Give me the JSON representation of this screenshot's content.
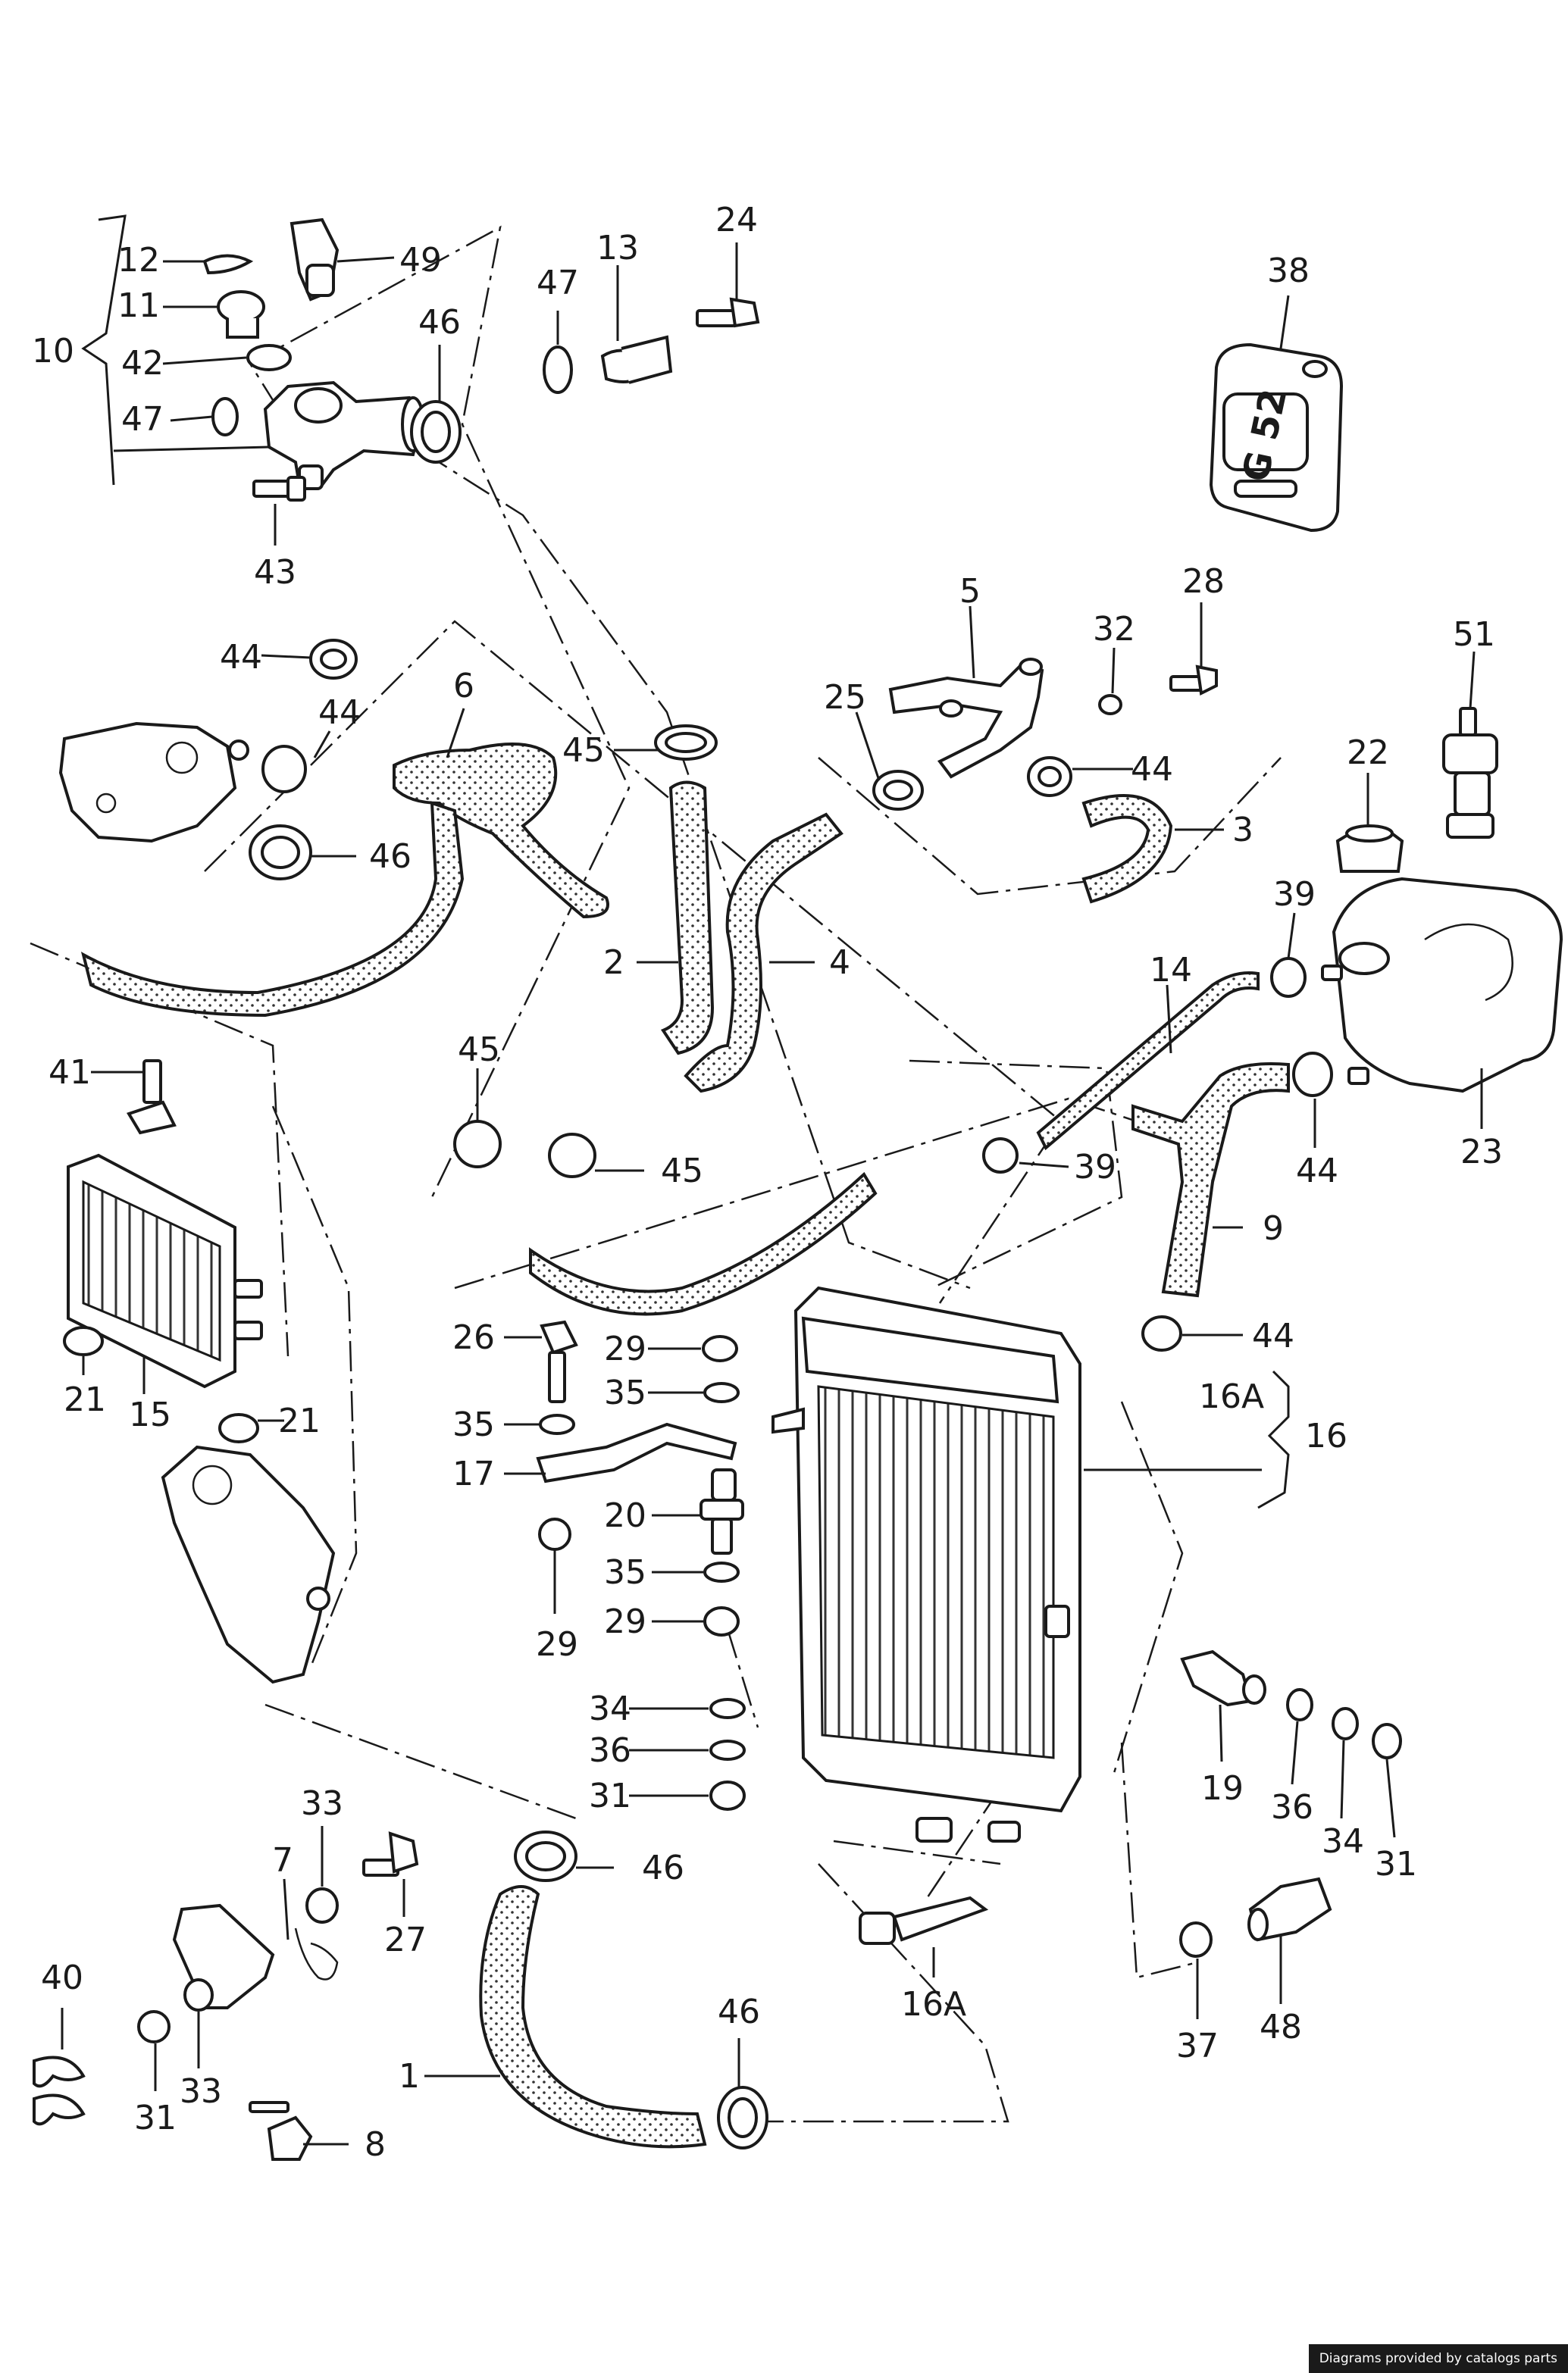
{
  "labels": {
    "n1": "1",
    "n2": "2",
    "n3": "3",
    "n4": "4",
    "n5": "5",
    "n6": "6",
    "n7": "7",
    "n8": "8",
    "n9": "9",
    "n10": "10",
    "n11": "11",
    "n12": "12",
    "n13": "13",
    "n14": "14",
    "n15": "15",
    "n16": "16",
    "n16a_top": "16A",
    "n16a_bottom": "16A",
    "n17": "17",
    "n19": "19",
    "n20": "20",
    "n21_left": "21",
    "n21_right": "21",
    "n22": "22",
    "n23": "23",
    "n24": "24",
    "n25": "25",
    "n26": "26",
    "n27": "27",
    "n28": "28",
    "n29_top": "29",
    "n29_mid": "29",
    "n29_bottom": "29",
    "n31_left": "31",
    "n31_center": "31",
    "n31_right": "31",
    "n32": "32",
    "n33_top": "33",
    "n33_bottom": "33",
    "n34_center": "34",
    "n34_right": "34",
    "n35_top": "35",
    "n35_left": "35",
    "n35_bottom": "35",
    "n36_center": "36",
    "n36_right": "36",
    "n37": "37",
    "n38": "38",
    "n39_top": "39",
    "n39_mid": "39",
    "n40": "40",
    "n41": "41",
    "n42": "42",
    "n43": "43",
    "n44_a": "44",
    "n44_b": "44",
    "n44_c": "44",
    "n44_d": "44",
    "n44_e": "44",
    "n45_a": "45",
    "n45_b": "45",
    "n45_c": "45",
    "n46_a": "46",
    "n46_b": "46",
    "n46_c": "46",
    "n46_d": "46",
    "n47_a": "47",
    "n47_b": "47",
    "n48": "48",
    "n49": "49",
    "n51": "51"
  },
  "canister_marking": "G 52",
  "credit_text": "Diagrams provided by catalogs parts"
}
